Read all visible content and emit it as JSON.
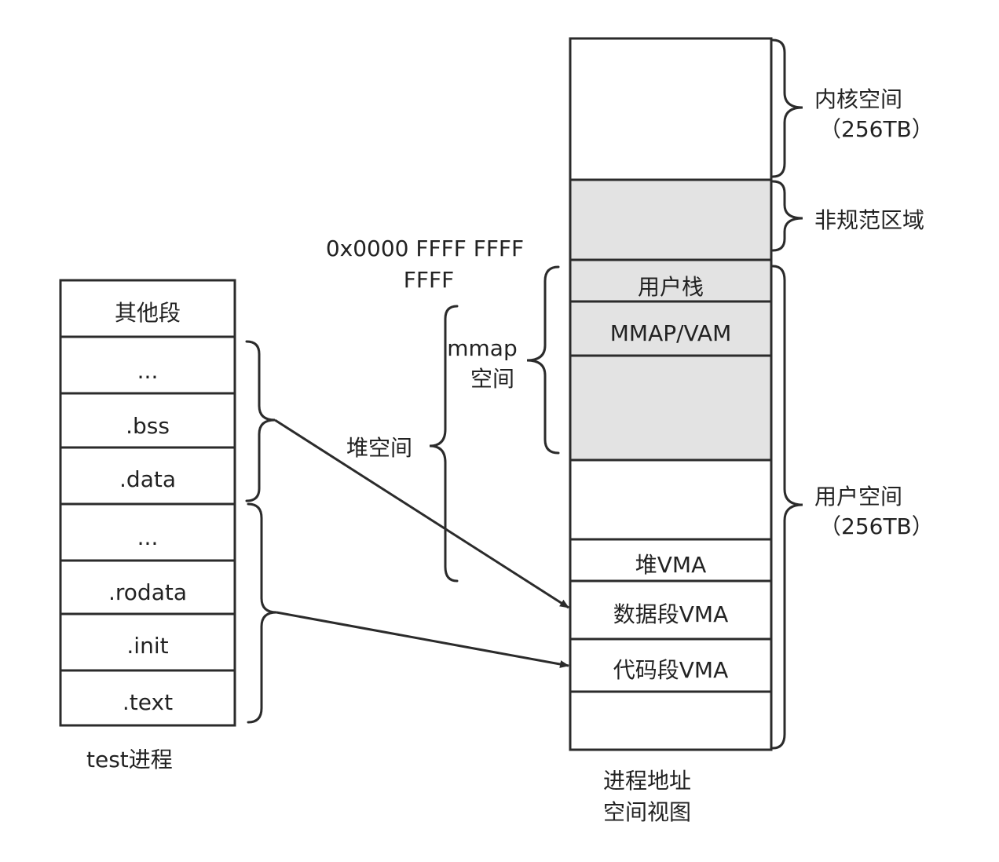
{
  "left_process": {
    "caption": "test进程",
    "segments": [
      "其他段",
      "...",
      ".bss",
      ".data",
      "...",
      ".rodata",
      ".init",
      ".text"
    ]
  },
  "address_space": {
    "caption_line1": "进程地址",
    "caption_line2": "空间视图",
    "kernel_label": "内核空间",
    "kernel_size": "（256TB）",
    "noncanonical_label": "非规范区域",
    "user_label": "用户空间",
    "user_size": "（256TB）",
    "boundary_addr_line1": "0x0000 FFFF FFFF",
    "boundary_addr_line2": "FFFF",
    "mmap_label_line1": "mmap",
    "mmap_label_line2": "空间",
    "heap_space_label": "堆空间",
    "regions": {
      "user_stack": "用户栈",
      "mmap_vam": "MMAP/VAM",
      "heap_vma": "堆VMA",
      "data_vma": "数据段VMA",
      "code_vma": "代码段VMA"
    }
  },
  "colors": {
    "stroke": "#2b2b2b",
    "shaded_region": "#e3e3e3",
    "background": "#ffffff"
  }
}
